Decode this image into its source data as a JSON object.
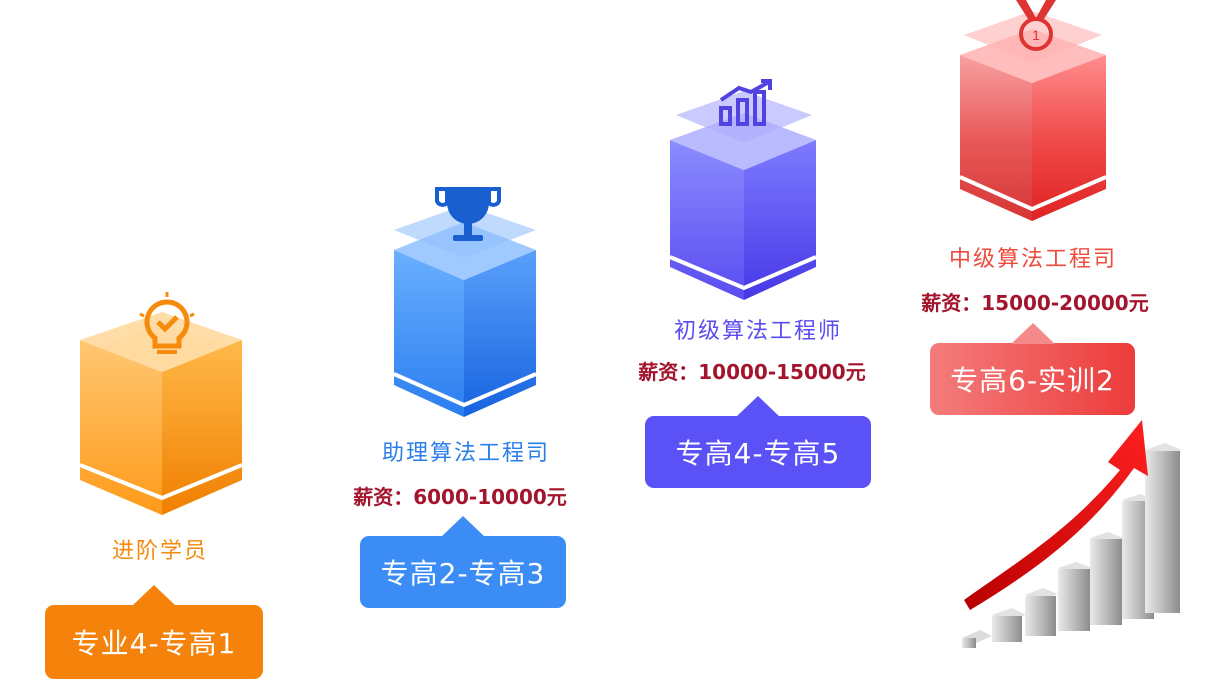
{
  "stages": [
    {
      "title": "进阶学员",
      "salary": "",
      "badge": "专业4-专高1",
      "color": "#f58a0c",
      "icon": "lightbulb-check-icon"
    },
    {
      "title": "助理算法工程司",
      "salary": "薪资：6000-10000元",
      "badge": "专高2-专高3",
      "color": "#2a7fea",
      "icon": "trophy-icon"
    },
    {
      "title": "初级算法工程师",
      "salary": "薪资：10000-15000元",
      "badge": "专高4-专高5",
      "color": "#5b4cf2",
      "icon": "bar-chart-growth-icon"
    },
    {
      "title": "中级算法工程司",
      "salary": "薪资：15000-20000元",
      "badge": "专高6-实训2",
      "color": "#ef4b3e",
      "icon": "medal-icon"
    }
  ],
  "medal_number": "1",
  "decoration": {
    "icon": "rising-bar-chart-arrow-icon"
  }
}
